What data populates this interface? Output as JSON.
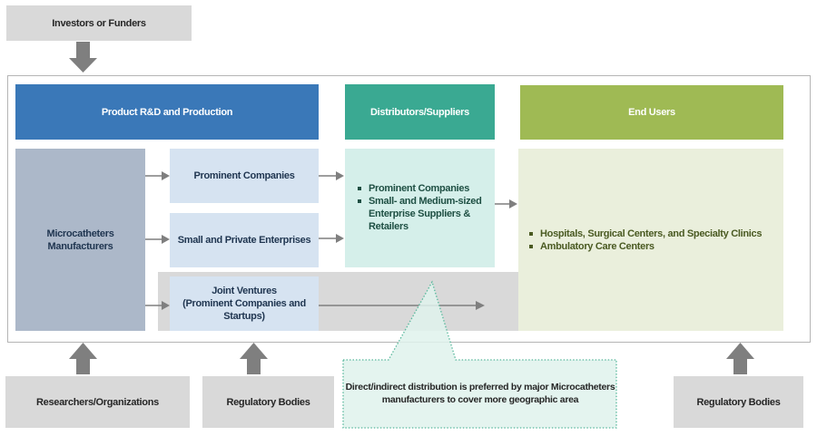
{
  "top_inputs": {
    "investors": "Investors or Funders"
  },
  "headers": {
    "rnd": "Product R&D and Production",
    "distributors": "Distributors/Suppliers",
    "end_users": "End Users"
  },
  "manufacturers": {
    "label_line1": "Microcatheters",
    "label_line2": "Manufacturers"
  },
  "channels": [
    {
      "label": "Prominent Companies"
    },
    {
      "label": "Small and Private Enterprises"
    },
    {
      "label_line1": "Joint Ventures",
      "label_line2": "(Prominent Companies and",
      "label_line3": "Startups)"
    }
  ],
  "distributors": {
    "items": [
      "Prominent Companies",
      "Small- and Medium-sized Enterprise Suppliers & Retailers"
    ]
  },
  "end_users": {
    "items": [
      "Hospitals, Surgical Centers, and Specialty Clinics",
      "Ambulatory Care Centers"
    ]
  },
  "callout": {
    "line1": "Direct/indirect distribution is preferred by major Microcatheters",
    "line2": "manufacturers to cover more geographic area"
  },
  "bottom_inputs": {
    "researchers": "Researchers/Organizations",
    "regulatory_left": "Regulatory Bodies",
    "regulatory_right": "Regulatory Bodies"
  },
  "colors": {
    "rnd_header": "#3a78b8",
    "distributors_header": "#3aa992",
    "end_users_header": "#9fba54",
    "arrow": "#7f7f7f"
  }
}
